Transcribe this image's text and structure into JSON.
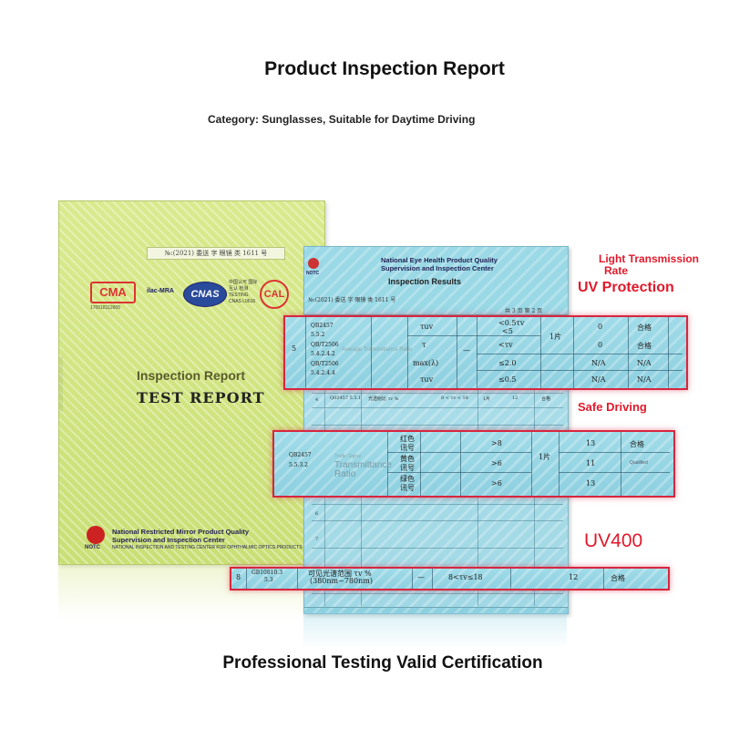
{
  "header": {
    "title": "Product Inspection Report",
    "category": "Category: Sunglasses, Suitable for Daytime Driving"
  },
  "footer": "Professional Testing Valid Certification",
  "callouts": {
    "light_transmission_line1": "Light Transmission",
    "light_transmission_line2": "Rate",
    "uv_protection": "UV Protection",
    "safe_driving": "Safe Driving",
    "uv400": "UV400"
  },
  "cover": {
    "number": "№:(2021) 委送 字 眼镜 类 1611 号",
    "logos": {
      "cma": "CMA",
      "ilac": "ilac-MRA",
      "cnas": "CNAS",
      "cnas_text": "中国认可 国际互认 检测 TESTING CNAS L0616",
      "cal": "CAL",
      "cma_code": "170018112665"
    },
    "heading_en": "Inspection Report",
    "heading_serif": "TEST REPORT",
    "org_line1": "National Restricted Mirror Product Quality",
    "org_line2": "Supervision and Inspection Center",
    "org_line3": "NATIONAL INSPECTION AND TESTING CENTER FOR OPHTHALMIC OPTICS PRODUCTS",
    "notc": "NOTC"
  },
  "results_page": {
    "org_line1": "National Eye Health Product Quality",
    "org_line2": "Supervision and Inspection Center",
    "heading": "Inspection Results",
    "number": "№:(2021) 委送 字 眼镜 类 1611 号",
    "page": "共 3 页 第 2 页",
    "notc": "NOTC",
    "row_numbers": [
      "4",
      "5",
      "6",
      "7",
      "8"
    ],
    "faint_texts": [
      "Q02457 5.5.1",
      "光透射比 τv %",
      "8 < τv < 18",
      "1片",
      "12",
      "合格"
    ]
  },
  "strip1": {
    "row_no": "5",
    "standard": [
      "QB2457",
      "5.5.2",
      "QB/T2506",
      "5.4.2.4.2",
      "QB/T2506",
      "5.4.2.4.4"
    ],
    "overlay_en": "Average Transmittance Ratio",
    "params": [
      "τuv",
      "τ",
      "max(λ)",
      "τuv"
    ],
    "dash": "—",
    "requirements": [
      "<0.5τv",
      "<5",
      "<τv",
      "≤2.0",
      "≤0.5"
    ],
    "sample": "1片",
    "results": [
      "0",
      "0",
      "N/A",
      "N/A"
    ],
    "verdicts": [
      "合格",
      "合格",
      "N/A",
      "N/A"
    ]
  },
  "strip2": {
    "standard": [
      "QB2457",
      "5.5.3.2"
    ],
    "overlay_title": "Traffic Signal",
    "overlay_en": "Transmittance Ratio",
    "signals": [
      "红色",
      "讯号",
      "黄色",
      "讯号",
      "绿色",
      "讯号"
    ],
    "requirements": [
      ">8",
      ">6",
      ">6"
    ],
    "sample": "1片",
    "results": [
      "13",
      "11",
      "13"
    ],
    "verdict": "合格",
    "qualified": "Qualified"
  },
  "strip3": {
    "row_no": "8",
    "standard": [
      "GB10810.3",
      "5.3"
    ],
    "desc1": "可见光谱范围 τv %",
    "desc2": "(380nm~780nm)",
    "dash": "—",
    "requirement": "8<τv≤18",
    "result": "12",
    "verdict": "合格"
  }
}
